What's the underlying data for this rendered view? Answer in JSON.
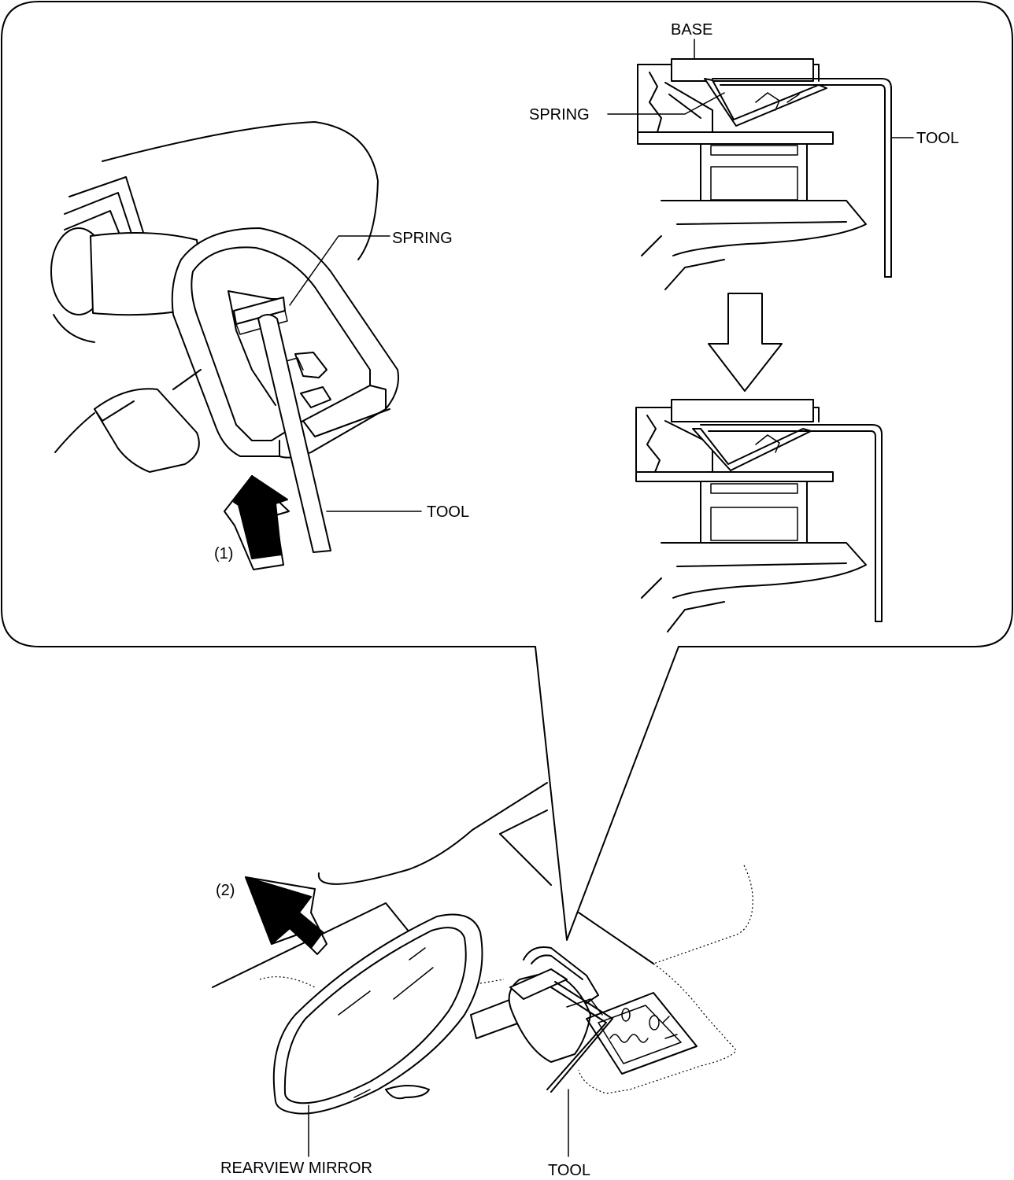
{
  "labels": {
    "base": "BASE",
    "spring_top": "SPRING",
    "spring_left": "SPRING",
    "tool_top": "TOOL",
    "tool_left": "TOOL",
    "tool_bottom": "TOOL",
    "step1": "(1)",
    "step2": "(2)",
    "rearview_mirror": "REARVIEW MIRROR"
  }
}
